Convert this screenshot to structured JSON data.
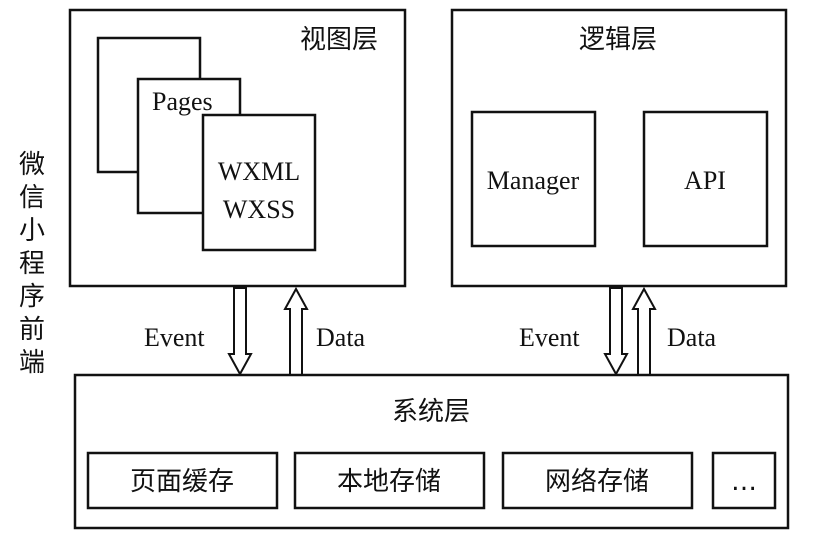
{
  "side_label": "微信小程序前端",
  "view_layer": {
    "title": "视图层",
    "pages_label": "Pages",
    "wxml_label": "WXML",
    "wxss_label": "WXSS"
  },
  "logic_layer": {
    "title": "逻辑层",
    "manager_label": "Manager",
    "api_label": "API"
  },
  "arrows": {
    "left_event": "Event",
    "left_data": "Data",
    "right_event": "Event",
    "right_data": "Data"
  },
  "system_layer": {
    "title": "系统层",
    "modules": [
      "页面缓存",
      "本地存储",
      "网络存储",
      "…"
    ]
  }
}
